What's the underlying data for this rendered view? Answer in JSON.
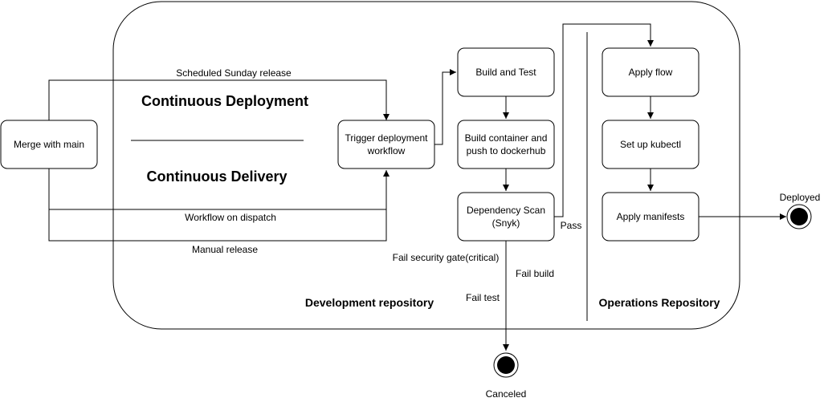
{
  "headings": {
    "continuous_deployment": "Continuous Deployment",
    "continuous_delivery": "Continuous Delivery"
  },
  "regions": {
    "development": "Development repository",
    "operations": "Operations Repository"
  },
  "nodes": {
    "merge": "Merge with main",
    "trigger": [
      "Trigger deployment",
      "workflow"
    ],
    "build_test": "Build and Test",
    "build_container": [
      "Build container and",
      "push to dockerhub"
    ],
    "dependency_scan": [
      "Dependency Scan",
      "(Snyk)"
    ],
    "apply_flow": "Apply flow",
    "kubectl": "Set up kubectl",
    "manifests": "Apply manifests"
  },
  "edges": {
    "scheduled": "Scheduled Sunday release",
    "dispatch": "Workflow on dispatch",
    "manual": "Manual release",
    "pass": "Pass",
    "fail_security": "Fail security gate(critical)",
    "fail_build": "Fail build",
    "fail_test": "Fail test"
  },
  "terminals": {
    "deployed": "Deployed",
    "canceled": "Canceled"
  }
}
